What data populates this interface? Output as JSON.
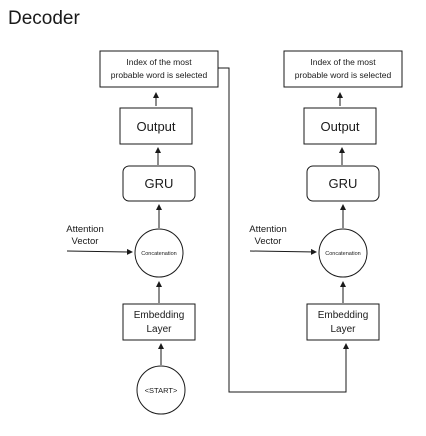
{
  "title": "Decoder",
  "columns": [
    {
      "id": "left",
      "index_label_line1": "Index of the most",
      "index_label_line2": "probable word is selected",
      "output_label": "Output",
      "gru_label": "GRU",
      "attention_label_line1": "Attention",
      "attention_label_line2": "Vector",
      "concat_label": "Concatenation",
      "embedding_label_line1": "Embedding",
      "embedding_label_line2": "Layer",
      "start_label": "<START>"
    },
    {
      "id": "right",
      "index_label_line1": "Index of the most",
      "index_label_line2": "probable word is selected",
      "output_label": "Output",
      "gru_label": "GRU",
      "attention_label_line1": "Attention",
      "attention_label_line2": "Vector",
      "concat_label": "Concatenation",
      "embedding_label_line1": "Embedding",
      "embedding_label_line2": "Layer"
    }
  ]
}
